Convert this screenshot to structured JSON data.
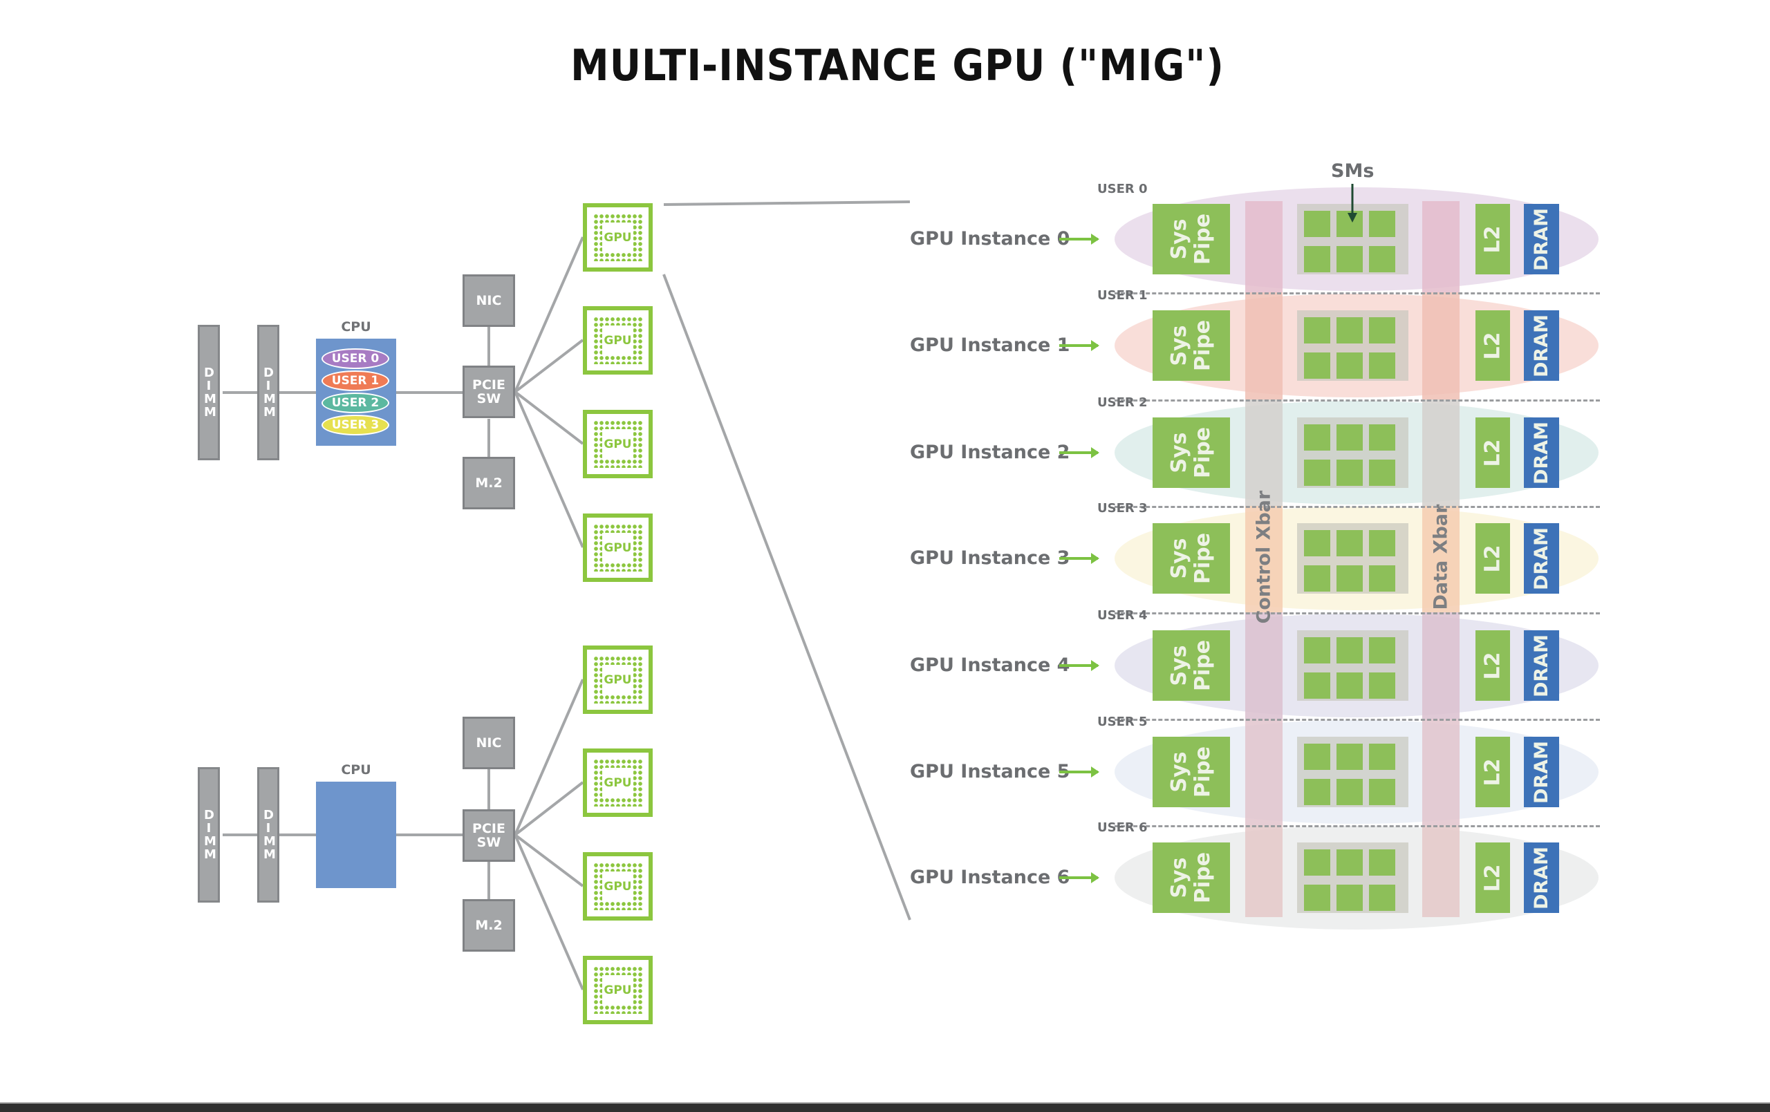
{
  "title": "MULTI-INSTANCE GPU (\"MIG\")",
  "colors": {
    "gpu_green": "#8cc63f",
    "component_gray": "#a3a5a7",
    "cpu_blue": "#6e95cc",
    "dram_blue": "#2f6db5",
    "arrow_green": "#7cc242"
  },
  "servers": [
    {
      "dimms": [
        "DIMM",
        "DIMM"
      ],
      "cpu_label": "CPU",
      "cpu_users": [
        {
          "label": "USER 0",
          "color": "#a77bc3"
        },
        {
          "label": "USER 1",
          "color": "#ef7b55"
        },
        {
          "label": "USER 2",
          "color": "#5cb8a0"
        },
        {
          "label": "USER 3",
          "color": "#e6e050"
        }
      ],
      "nic": "NIC",
      "pcie": "PCIE SW",
      "m2": "M.2",
      "gpus": [
        "GPU",
        "GPU",
        "GPU",
        "GPU"
      ]
    },
    {
      "dimms": [
        "DIMM",
        "DIMM"
      ],
      "cpu_label": "CPU",
      "cpu_users": [],
      "nic": "NIC",
      "pcie": "PCIE SW",
      "m2": "M.2",
      "gpus": [
        "GPU",
        "GPU",
        "GPU",
        "GPU"
      ]
    }
  ],
  "mig": {
    "sms_label": "SMs",
    "control_xbar": "Control Xbar",
    "data_xbar": "Data Xbar",
    "sys_pipe": "Sys Pipe",
    "l2": "L2",
    "dram": "DRAM",
    "instances": [
      {
        "label": "GPU Instance 0",
        "user": "USER 0",
        "tint": "#e8d9ea",
        "xbar_tint": "#e4bccb"
      },
      {
        "label": "GPU Instance 1",
        "user": "USER 1",
        "tint": "#f8d8d2",
        "xbar_tint": "#f0c0b4"
      },
      {
        "label": "GPU Instance 2",
        "user": "USER 2",
        "tint": "#dcecea",
        "xbar_tint": "#d4d0cc"
      },
      {
        "label": "GPU Instance 3",
        "user": "USER 3",
        "tint": "#faf4dc",
        "xbar_tint": "#f4cdb0"
      },
      {
        "label": "GPU Instance 4",
        "user": "USER 4",
        "tint": "#e3e2ee",
        "xbar_tint": "#dbbfcf"
      },
      {
        "label": "GPU Instance 5",
        "user": "USER 5",
        "tint": "#e9edf6",
        "xbar_tint": "#e2c4cc"
      },
      {
        "label": "GPU Instance 6",
        "user": "USER 6",
        "tint": "#ebecec",
        "xbar_tint": "#e4c8c8"
      }
    ]
  }
}
